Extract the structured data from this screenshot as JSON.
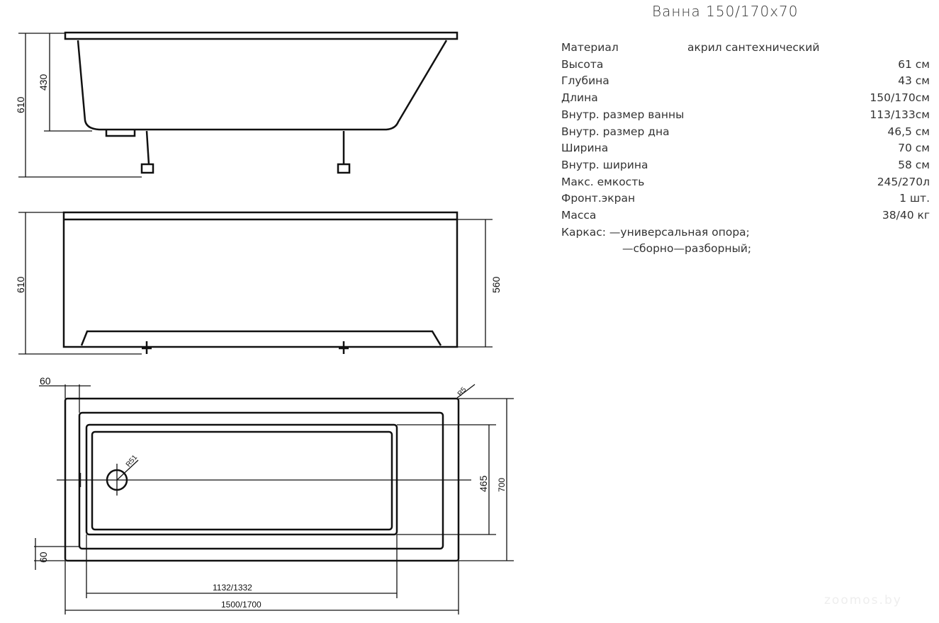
{
  "title": "Ванна  150/170x70",
  "specs": {
    "material": {
      "label": "Материал",
      "value": "акрил сантехнический"
    },
    "rows": [
      {
        "label": "Высота",
        "value": "61  см"
      },
      {
        "label": "Глубина",
        "value": "43  см"
      },
      {
        "label": "Длина",
        "value": "150/170см"
      },
      {
        "label": "Внутр. размер ванны",
        "value": "113/133см"
      },
      {
        "label": "Внутр. размер дна",
        "value": "46,5  см"
      },
      {
        "label": "Ширина",
        "value": "70  см"
      },
      {
        "label": "Внутр. ширина",
        "value": "58  см"
      },
      {
        "label": "Макс. емкость",
        "value": "245/270л"
      },
      {
        "label": "Фронт.экран",
        "value": "1  шт."
      },
      {
        "label": "Масса",
        "value": "38/40  кг"
      }
    ],
    "frame": {
      "label": "Каркас:",
      "line1": "—универсальная опора;",
      "line2": "—сборно—разборный;"
    }
  },
  "dimensions": {
    "side_height": "610",
    "side_depth": "430",
    "front_height": "610",
    "front_panel": "560",
    "rim_top": "60",
    "rim_side": "60",
    "corner_radius": "R5",
    "drain_radius": "R51",
    "inner_width": "465",
    "outer_width": "700",
    "inner_length": "1132/1332",
    "outer_length": "1500/1700"
  },
  "watermark": "zoomos.by"
}
